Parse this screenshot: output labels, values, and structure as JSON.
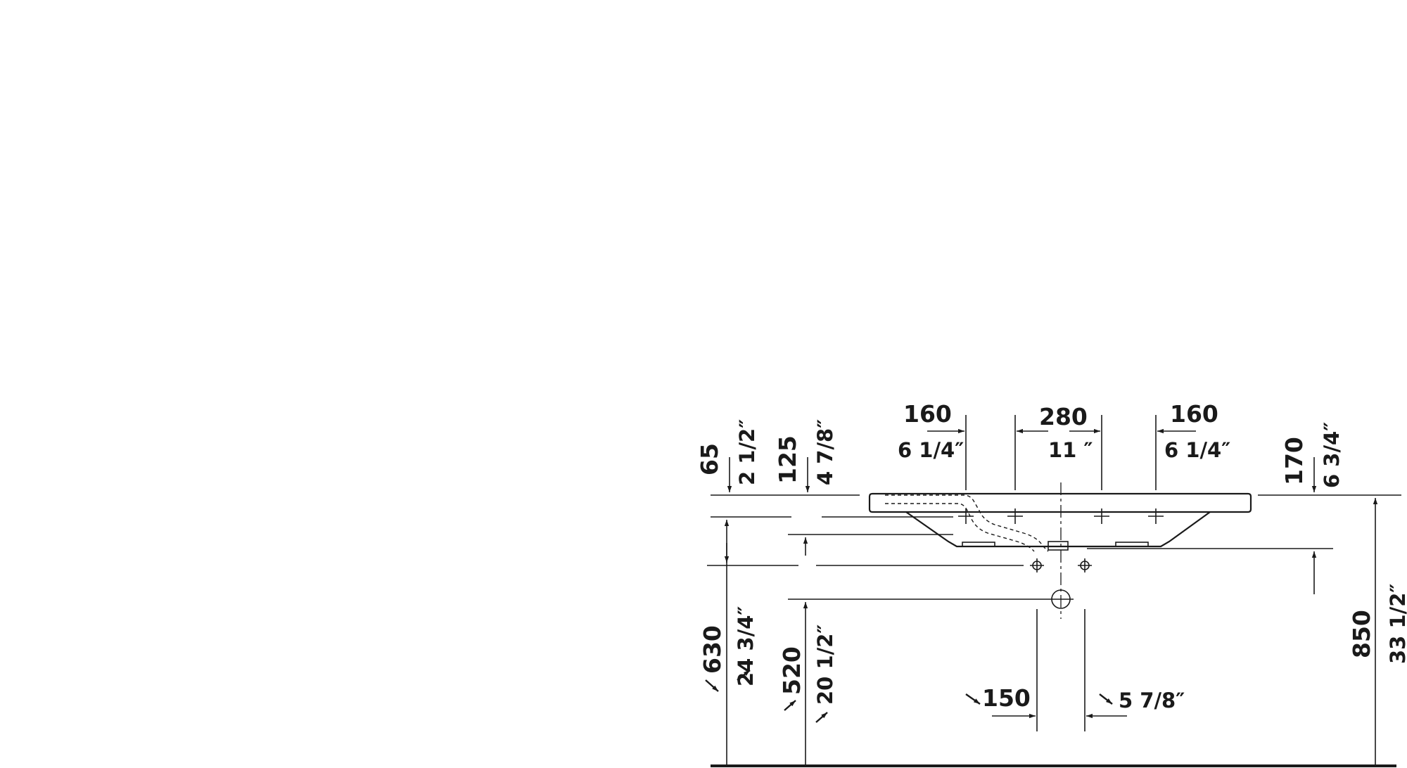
{
  "dimensions": {
    "d65": {
      "mm": "65",
      "inch": "2 1/2″"
    },
    "d125": {
      "mm": "125",
      "inch": "4 7/8″"
    },
    "d160_left": {
      "mm": "160",
      "inch": "6 1/4″"
    },
    "d280": {
      "mm": "280",
      "inch": "11 ″"
    },
    "d160_right": {
      "mm": "160",
      "inch": "6 1/4″"
    },
    "d170": {
      "mm": "170",
      "inch": "6 3/4″"
    },
    "d630": {
      "mm": "630",
      "inch": "24 3/4″"
    },
    "d520": {
      "mm": "520",
      "inch": "20 1/2″"
    },
    "d150": {
      "mm": "150",
      "inch": "5 7/8″"
    },
    "d850": {
      "mm": "850",
      "inch": "33 1/2″"
    }
  },
  "colors": {
    "ink": "#1a1a1a",
    "background": "#ffffff"
  }
}
